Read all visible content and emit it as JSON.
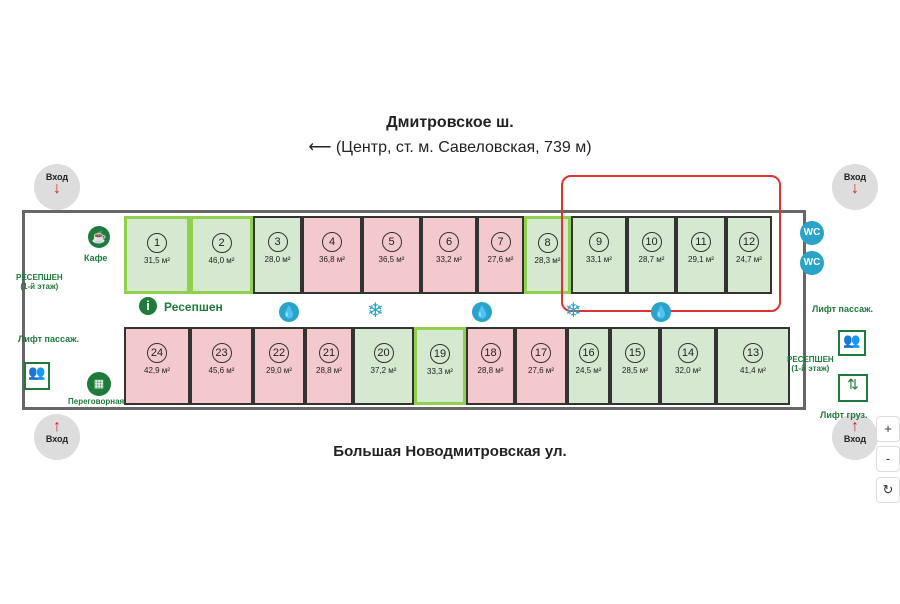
{
  "header": {
    "title": "Дмитровское ш.",
    "subtitle": "(Центр, ст. м. Савеловская, 739 м)",
    "arrow": "⟵"
  },
  "street_bottom": "Большая Новодмитровская ул.",
  "entrance_label": "Вход",
  "labels": {
    "cafe": "Кафе",
    "reception_main": "Ресепшен",
    "reception_first_left": "РЕСЕПШЕН\n(1-й этаж)",
    "reception_first_right": "РЕСЕПШЕН\n(1-й этаж)",
    "lift_pass_left": "Лифт пассаж.",
    "lift_pass_right": "Лифт пассаж.",
    "lift_cargo": "Лифт груз.",
    "meeting": "Переговорная",
    "wc": "WC"
  },
  "rooms": [
    {
      "n": "1",
      "area": "31,5 м²",
      "status": "available",
      "highlight": true
    },
    {
      "n": "2",
      "area": "46,0 м²",
      "status": "available",
      "highlight": true
    },
    {
      "n": "3",
      "area": "28,0 м²",
      "status": "available"
    },
    {
      "n": "4",
      "area": "36,8 м²",
      "status": "occupied"
    },
    {
      "n": "5",
      "area": "36,5 м²",
      "status": "occupied"
    },
    {
      "n": "6",
      "area": "33,2 м²",
      "status": "occupied"
    },
    {
      "n": "7",
      "area": "27,6 м²",
      "status": "occupied"
    },
    {
      "n": "8",
      "area": "28,3 м²",
      "status": "available",
      "highlight": true
    },
    {
      "n": "9",
      "area": "33,1 м²",
      "status": "available"
    },
    {
      "n": "10",
      "area": "28,7 м²",
      "status": "available"
    },
    {
      "n": "11",
      "area": "29,1 м²",
      "status": "available"
    },
    {
      "n": "12",
      "area": "24,7 м²",
      "status": "available"
    },
    {
      "n": "24",
      "area": "42,9 м²",
      "status": "occupied"
    },
    {
      "n": "23",
      "area": "45,6 м²",
      "status": "occupied"
    },
    {
      "n": "22",
      "area": "29,0 м²",
      "status": "occupied"
    },
    {
      "n": "21",
      "area": "28,8 м²",
      "status": "occupied"
    },
    {
      "n": "20",
      "area": "37,2 м²",
      "status": "available"
    },
    {
      "n": "19",
      "area": "33,3 м²",
      "status": "available",
      "highlight": true
    },
    {
      "n": "18",
      "area": "28,8 м²",
      "status": "occupied"
    },
    {
      "n": "17",
      "area": "27,6 м²",
      "status": "occupied"
    },
    {
      "n": "16",
      "area": "24,5 м²",
      "status": "available"
    },
    {
      "n": "15",
      "area": "28,5 м²",
      "status": "available"
    },
    {
      "n": "14",
      "area": "32,0 м²",
      "status": "available"
    },
    {
      "n": "13",
      "area": "41,4 м²",
      "status": "available"
    }
  ],
  "controls": {
    "zoom_in": "+",
    "zoom_out": "-",
    "reset": "↻"
  },
  "colors": {
    "available": "#d5e8d0",
    "occupied": "#f3c9cd",
    "highlight": "#8fd14f",
    "selection": "#dd3333",
    "accent": "#1e7b3a"
  }
}
